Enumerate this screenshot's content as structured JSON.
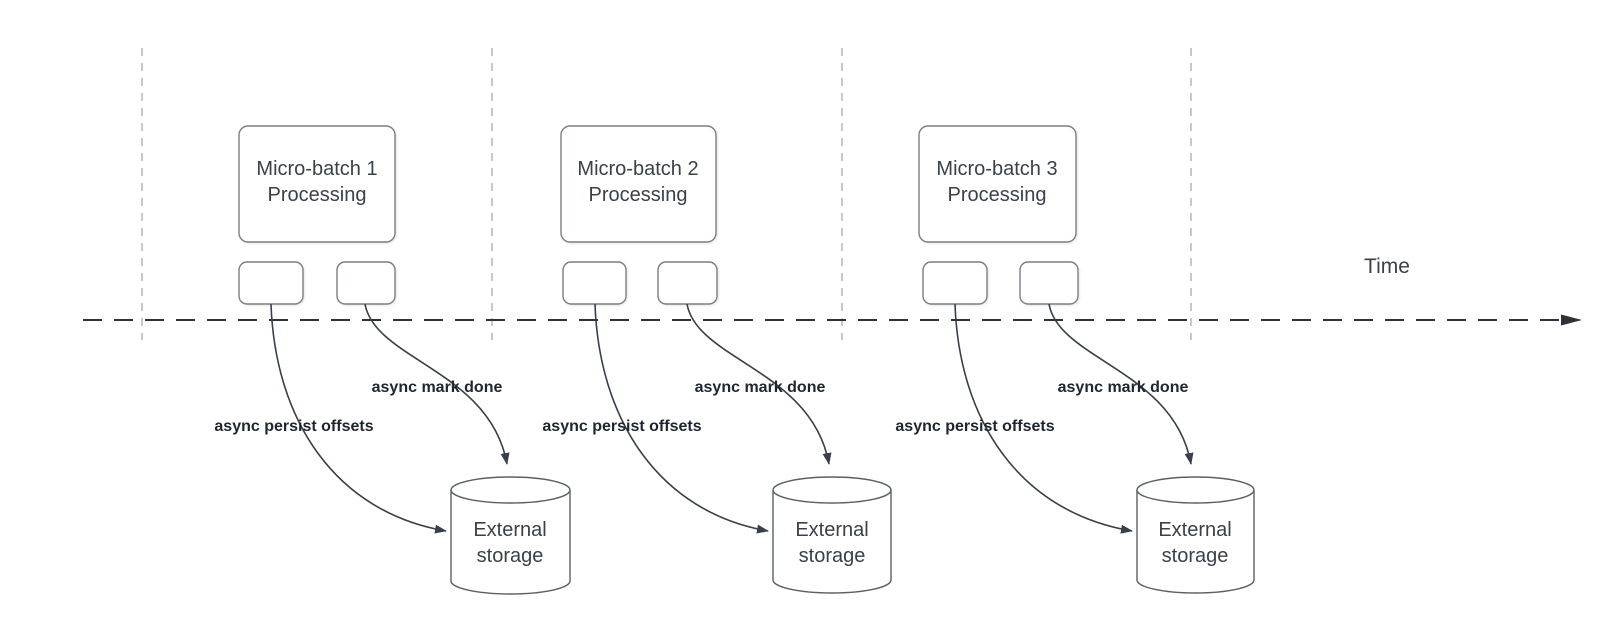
{
  "diagram": {
    "type": "timeline-flow-diagram",
    "time_axis_label": "Time",
    "colors": {
      "shape_stroke": "#7b7f84",
      "cylinder_stroke": "#5a6066",
      "connector": "#39404b",
      "boundary_dash": "#b5b6b8",
      "timeline": "#2c323b",
      "title_text": "#3a414b",
      "label_text": "#1e2631",
      "shape_fill": "#ffffff",
      "canvas_bg": "#ffffff"
    },
    "icons": {
      "timeline_arrowhead": "right-filled-triangle",
      "connector_arrowhead": "filled-triangle"
    },
    "groups": [
      {
        "title": "Micro-batch 1\nProcessing",
        "persist_label": "async persist offsets",
        "done_label": "async mark done",
        "storage_label": "External\nstorage"
      },
      {
        "title": "Micro-batch 2\nProcessing",
        "persist_label": "async persist offsets",
        "done_label": "async mark done",
        "storage_label": "External\nstorage"
      },
      {
        "title": "Micro-batch 3\nProcessing",
        "persist_label": "async persist offsets",
        "done_label": "async mark done",
        "storage_label": "External\nstorage"
      }
    ]
  }
}
